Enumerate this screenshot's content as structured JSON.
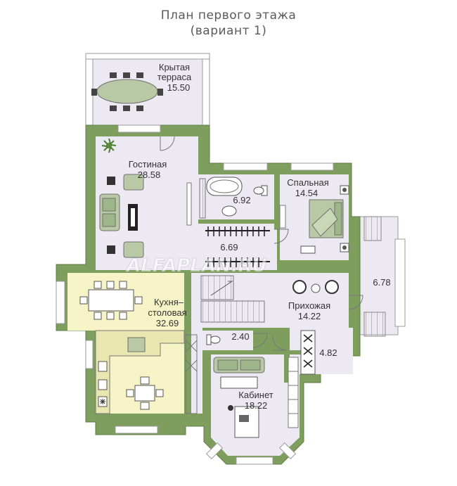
{
  "title": {
    "line1": "План первого этажа",
    "line2": "(вариант 1)"
  },
  "rooms": [
    {
      "id": "terrace",
      "name_line1": "Крытая",
      "name_line2": "терраса",
      "area": "15.50"
    },
    {
      "id": "living",
      "name_line1": "Гостиная",
      "area": "28.58"
    },
    {
      "id": "bath",
      "area": "6.92"
    },
    {
      "id": "bedroom",
      "name_line1": "Спальная",
      "area": "14.54"
    },
    {
      "id": "closet",
      "area": "6.69"
    },
    {
      "id": "porch",
      "area": "6.78"
    },
    {
      "id": "kitchen",
      "name_line1": "Кухня–",
      "name_line2": "столовая",
      "area": "32.69"
    },
    {
      "id": "hall",
      "name_line1": "Прихожая",
      "area": "14.22"
    },
    {
      "id": "wc",
      "area": "2.40"
    },
    {
      "id": "storage",
      "area": "4.82"
    },
    {
      "id": "office",
      "name_line1": "Кабинет",
      "area": "18.22"
    }
  ],
  "watermark": "ALFAPLAN.RU",
  "colors": {
    "wall": "#7e9e5e",
    "wall_dark": "#5f7d44",
    "floor": "#ece9f2",
    "kitchen_floor": "#f6f3c6",
    "furniture": "#b9c9a5",
    "furniture_stroke": "#6f6f6f"
  },
  "icons": [
    "plant-icon",
    "stove-icon",
    "toilet-icon",
    "bathtub-icon",
    "sink-icon",
    "bed-icon",
    "sofa-icon",
    "armchair-icon",
    "dining-table-icon",
    "desk-icon"
  ]
}
